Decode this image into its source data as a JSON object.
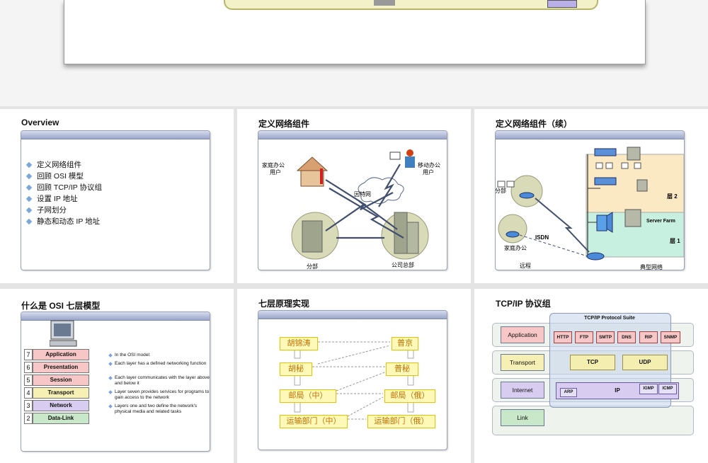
{
  "slides": [
    {
      "title": "Overview",
      "bullets": [
        "定义网络组件",
        "回顾  OSI  模型",
        "回顾  TCP/IP  协议组",
        "设置  IP  地址",
        "子网划分",
        "静态和动态  IP  地址"
      ]
    },
    {
      "title": "定义网络组件",
      "labels": {
        "home": "家庭办公\n用户",
        "mobile": "移动办公\n用户",
        "internet": "因特网",
        "branch": "分部",
        "hq": "公司总部"
      }
    },
    {
      "title": "定义网络组件（续）",
      "labels": {
        "branch": "分部",
        "home": "家庭办公",
        "isdn": "ISDN",
        "remote": "远程",
        "typical": "典型网络",
        "layer2": "层  2",
        "layer1": "层  1",
        "serverfarm": "Server Farm"
      }
    },
    {
      "title": "什么是 OSI 七层模型",
      "layers": [
        {
          "num": "7",
          "name": "Application",
          "color": "#f7c6c6"
        },
        {
          "num": "6",
          "name": "Presentation",
          "color": "#f7c6c6"
        },
        {
          "num": "5",
          "name": "Session",
          "color": "#f7c6c6"
        },
        {
          "num": "4",
          "name": "Transport",
          "color": "#f6f0b4"
        },
        {
          "num": "3",
          "name": "Network",
          "color": "#d8cdf0"
        },
        {
          "num": "2",
          "name": "Data-Link",
          "color": "#c9e7c9"
        }
      ],
      "notes": [
        "In the OSI model:",
        "Each layer has a defined networking function",
        "Each layer communicates with the layer above and below it",
        "Layer seven provides services for programs to gain access to the network",
        "Layers one and two define the network's physical media and related tasks"
      ]
    },
    {
      "title": "七层原理实现",
      "left": [
        "胡锦涛",
        "胡秘",
        "邮局（中）",
        "运输部门（中）"
      ],
      "right": [
        "普京",
        "普秘",
        "邮局（俄）",
        "运输部门（俄）"
      ]
    },
    {
      "title": "TCP/IP  协议组",
      "suite_title": "TCP/IP Protocol Suite",
      "layers": [
        "Application",
        "Transport",
        "Internet",
        "Link"
      ],
      "app_protocols": [
        "HTTP",
        "FTP",
        "SMTP",
        "DNS",
        "RIP",
        "SNMP"
      ],
      "transport_protocols": [
        "TCP",
        "UDP"
      ],
      "internet_protocols": {
        "arp": "ARP",
        "ip": "IP",
        "igmp": "IGMP",
        "icmp": "ICMP"
      }
    }
  ],
  "colors": {
    "panel_bar": "#9aa6c8",
    "cloud": "#ffffff",
    "layer2_bg": "#fbe9c4",
    "layer1_bg": "#c8f0e0"
  }
}
